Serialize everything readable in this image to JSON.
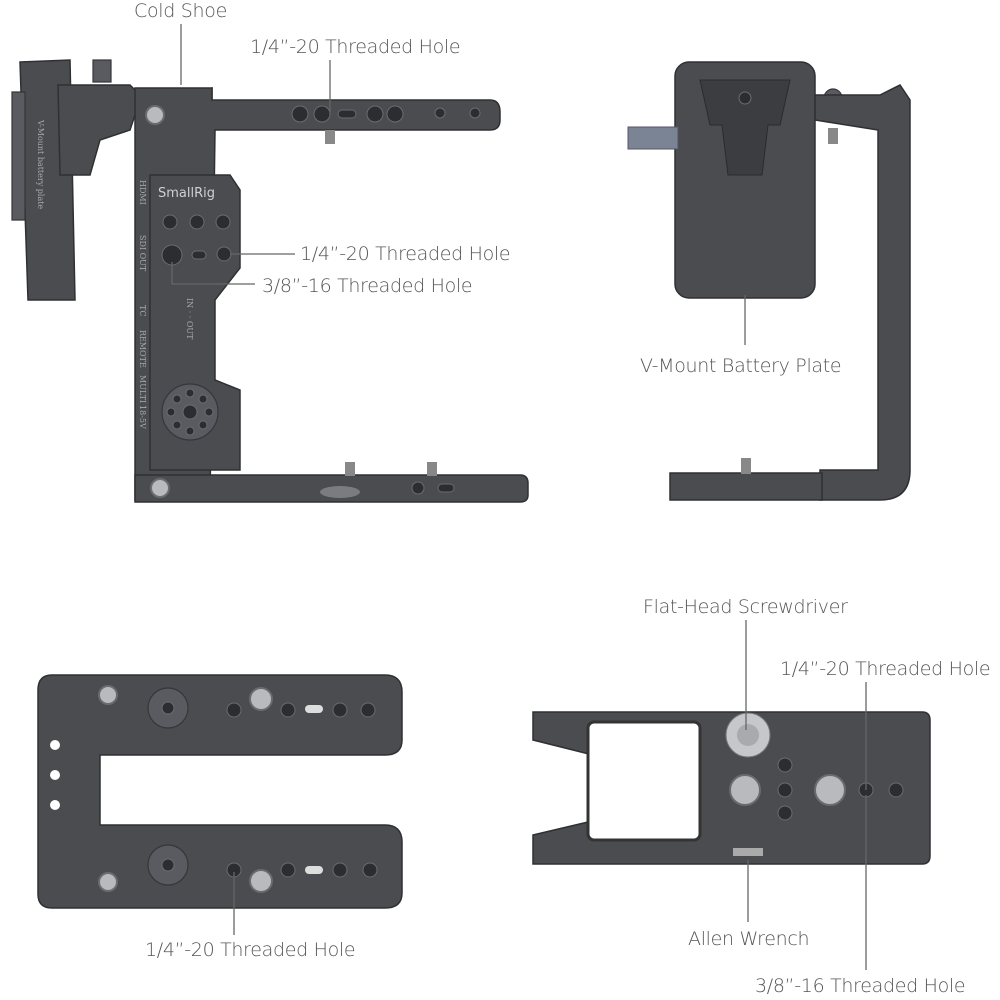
{
  "labels": {
    "cold_shoe": "Cold Shoe",
    "top_quarter_hole": "1/4”-20 Threaded Hole",
    "side_quarter_hole": "1/4”-20 Threaded Hole",
    "side_three_eighths_hole": "3/8”-16 Threaded Hole",
    "vmount_plate": "V-Mount Battery Plate",
    "screwdriver": "Flat-Head Screwdriver",
    "bottom_right_quarter_hole": "1/4”-20 Threaded Hole",
    "bottom_left_quarter_hole": "1/4”-20 Threaded Hole",
    "allen_wrench": "Allen Wrench",
    "bottom_three_eighths_hole": "3/8”-16 Threaded Hole"
  },
  "product_markings": {
    "brand": "SmallRig",
    "plate_text": "V-Mount battery plate",
    "ports": [
      "HDMI",
      "SDI OUT",
      "TC",
      "REMOTE",
      "MULTI",
      "18-5V"
    ],
    "in_out": "IN · · OUT"
  },
  "colors": {
    "metal": "#4b4c50",
    "label": "#555555"
  }
}
